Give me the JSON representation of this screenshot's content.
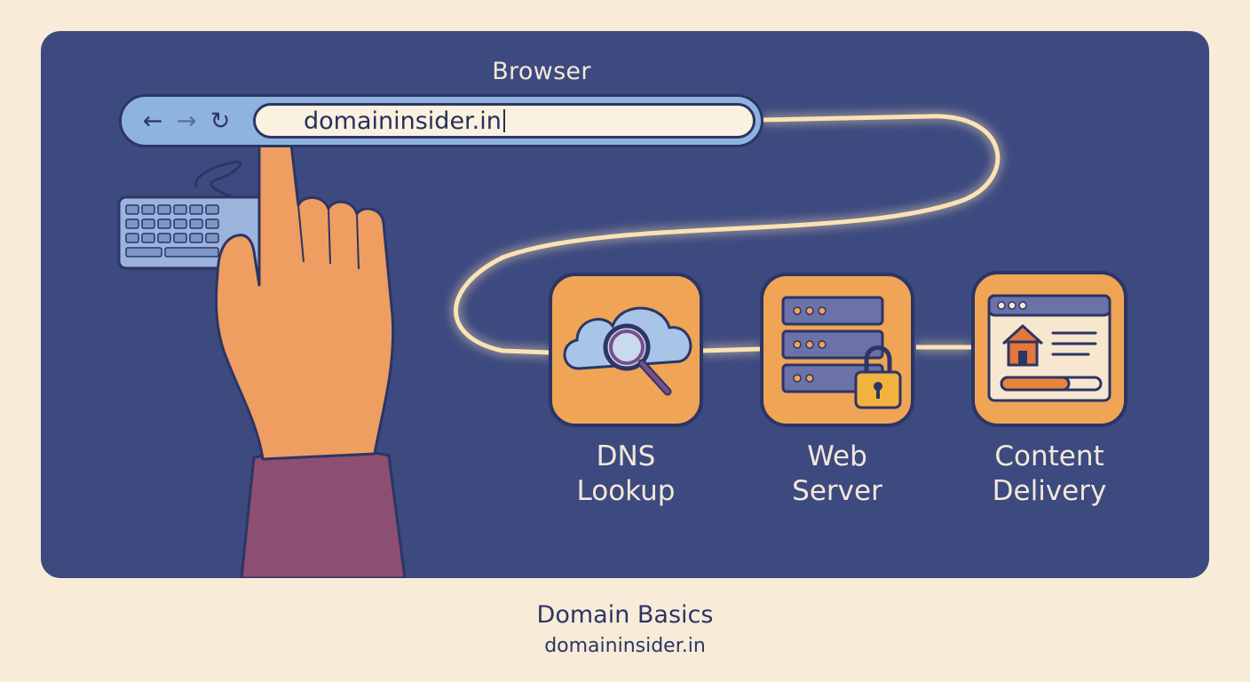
{
  "browser": {
    "label": "Browser",
    "url": "domaininsider.in",
    "nav_back": "←",
    "nav_forward": "→",
    "nav_reload": "↻"
  },
  "steps": [
    {
      "line1": "DNS",
      "line2": "Lookup",
      "icon": "cloud-magnifier-icon"
    },
    {
      "line1": "Web",
      "line2": "Server",
      "icon": "server-lock-icon"
    },
    {
      "line1": "Content",
      "line2": "Delivery",
      "icon": "webpage-home-icon"
    }
  ],
  "footer": {
    "title": "Domain Basics",
    "url": "domaininsider.in"
  },
  "colors": {
    "background": "#f8ecd8",
    "panel": "#3d4a80",
    "tile": "#f0a455",
    "glow_line": "#fbe2b4",
    "browser_bar": "#8fb3df",
    "skin": "#ee9e60",
    "sleeve": "#8c4f72"
  }
}
